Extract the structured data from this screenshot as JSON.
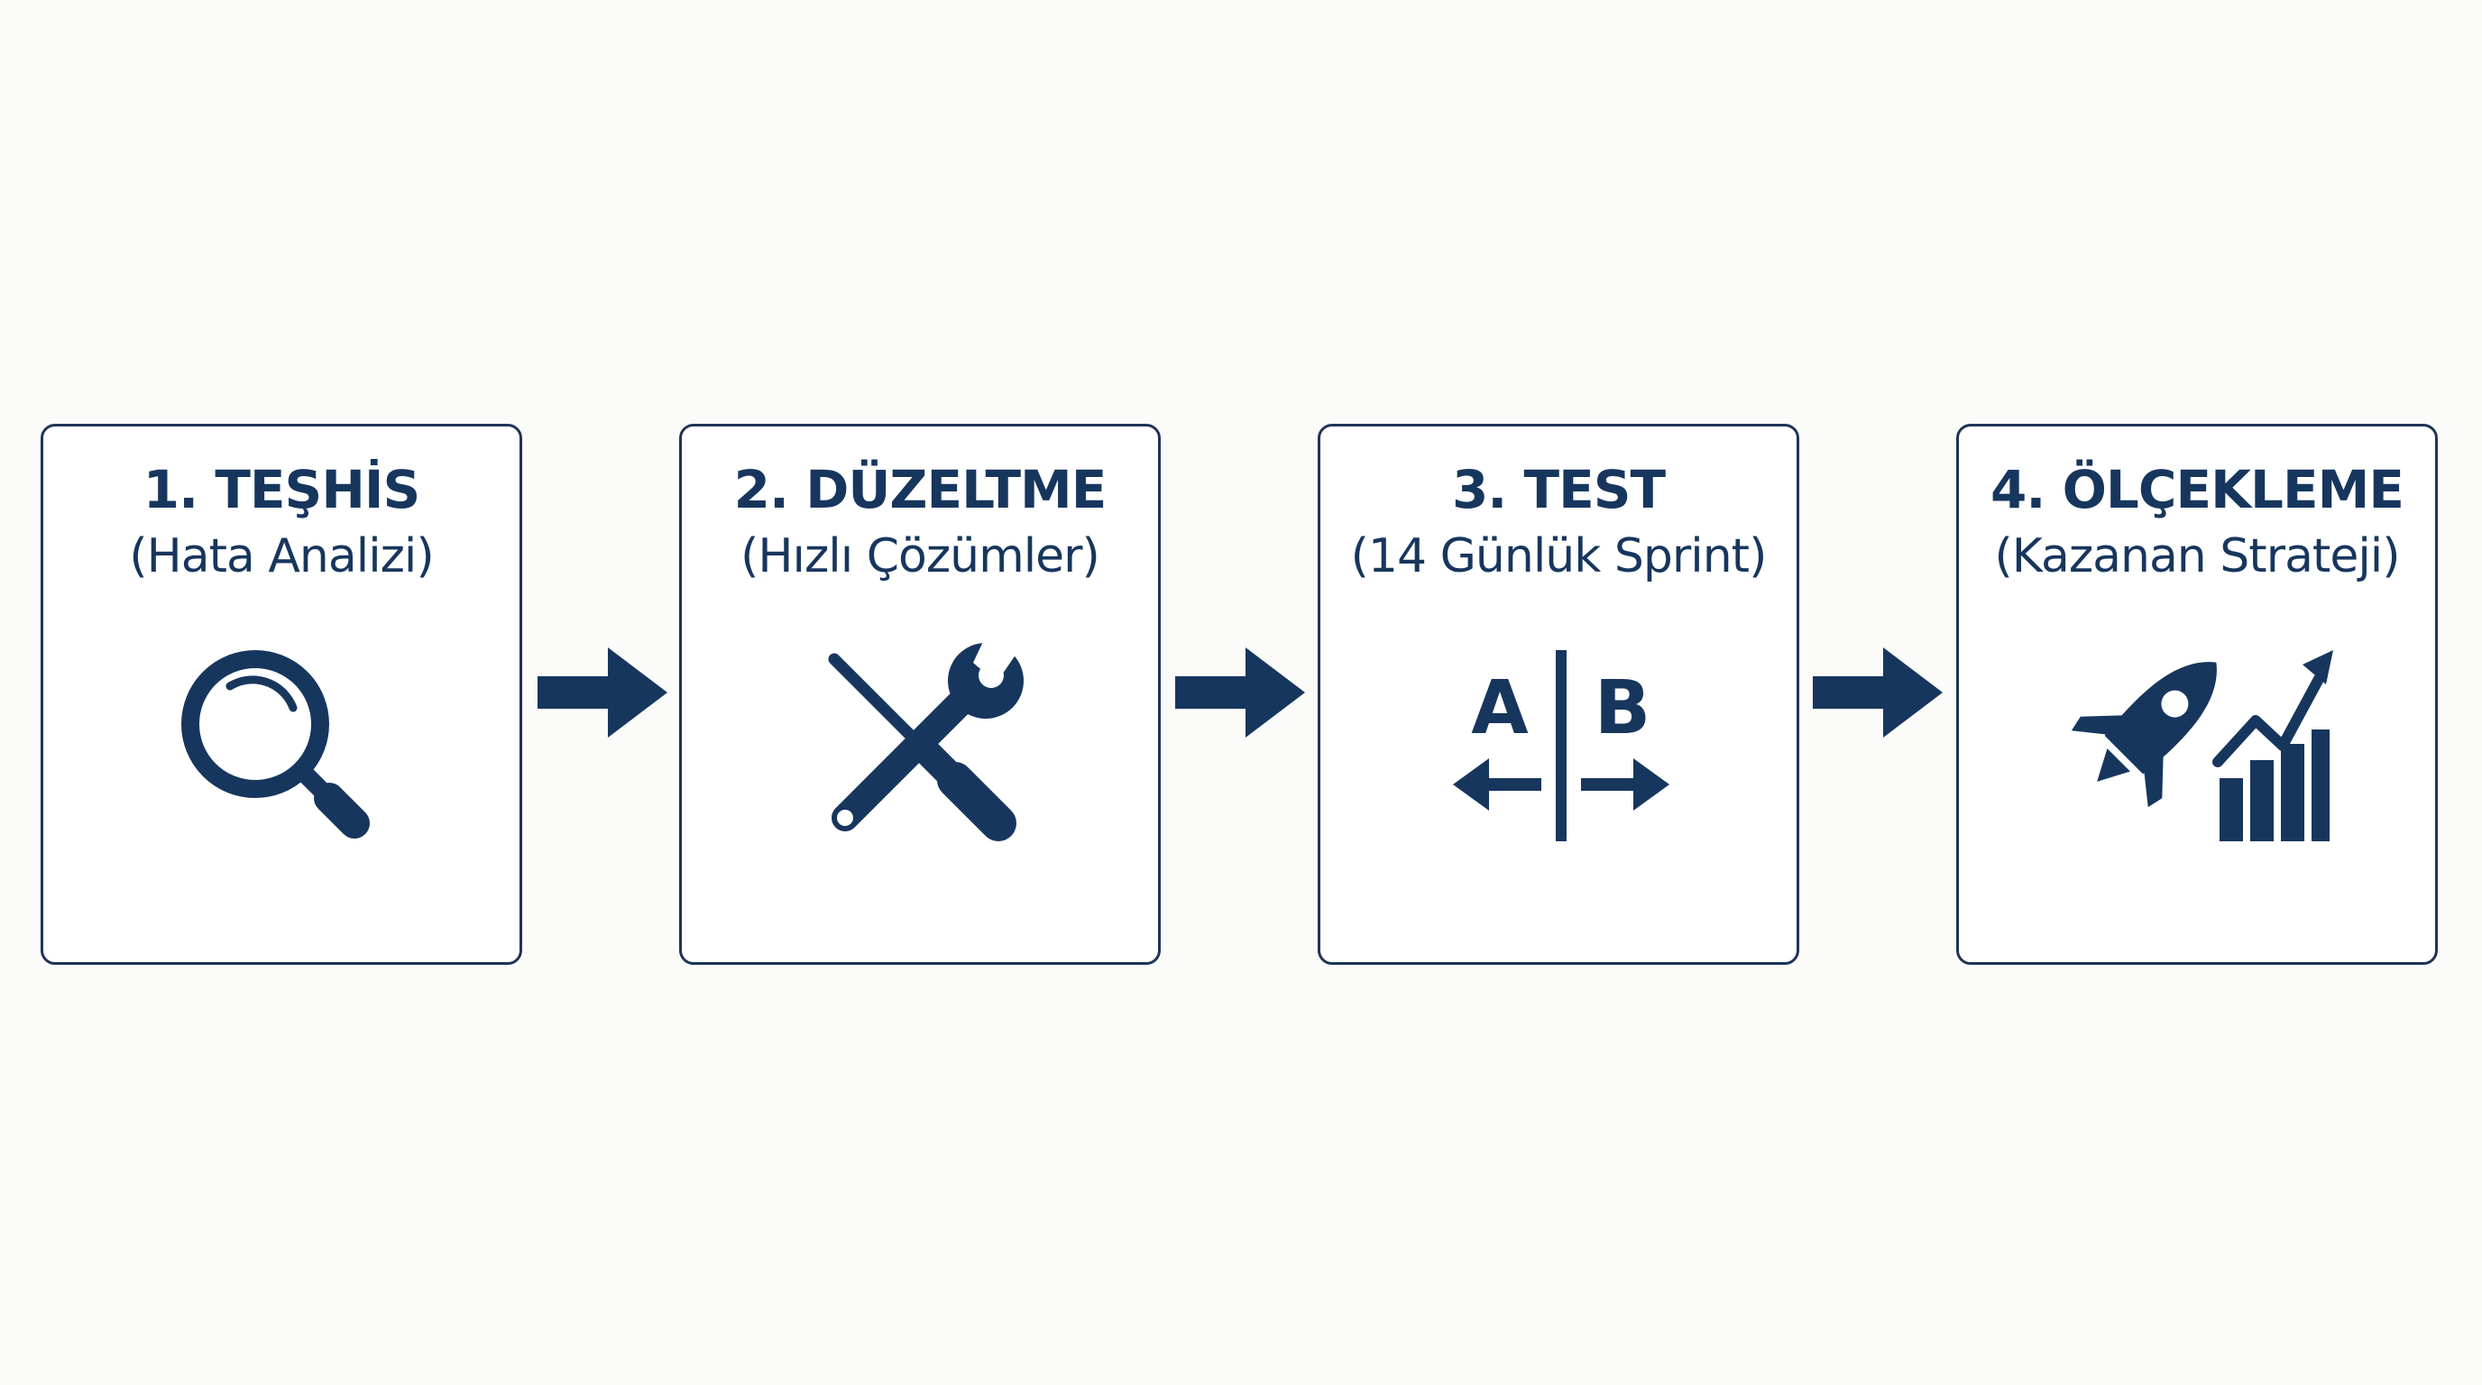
{
  "steps": [
    {
      "title": "1. TEŞHİS",
      "subtitle": "(Hata Analizi)",
      "icon": "magnifier-icon"
    },
    {
      "title": "2. DÜZELTME",
      "subtitle": "(Hızlı Çözümler)",
      "icon": "tools-icon"
    },
    {
      "title": "3. TEST",
      "subtitle": "(14 Günlük Sprint)",
      "icon": "ab-test-icon",
      "icon_text": [
        "A",
        "B"
      ]
    },
    {
      "title": "4. ÖLÇEKLEME",
      "subtitle": "(Kazanan Strateji)",
      "icon": "rocket-growth-icon"
    }
  ],
  "colors": {
    "primary": "#17365d",
    "border": "#1f3556",
    "background": "#fbfbf9",
    "card": "#ffffff"
  }
}
